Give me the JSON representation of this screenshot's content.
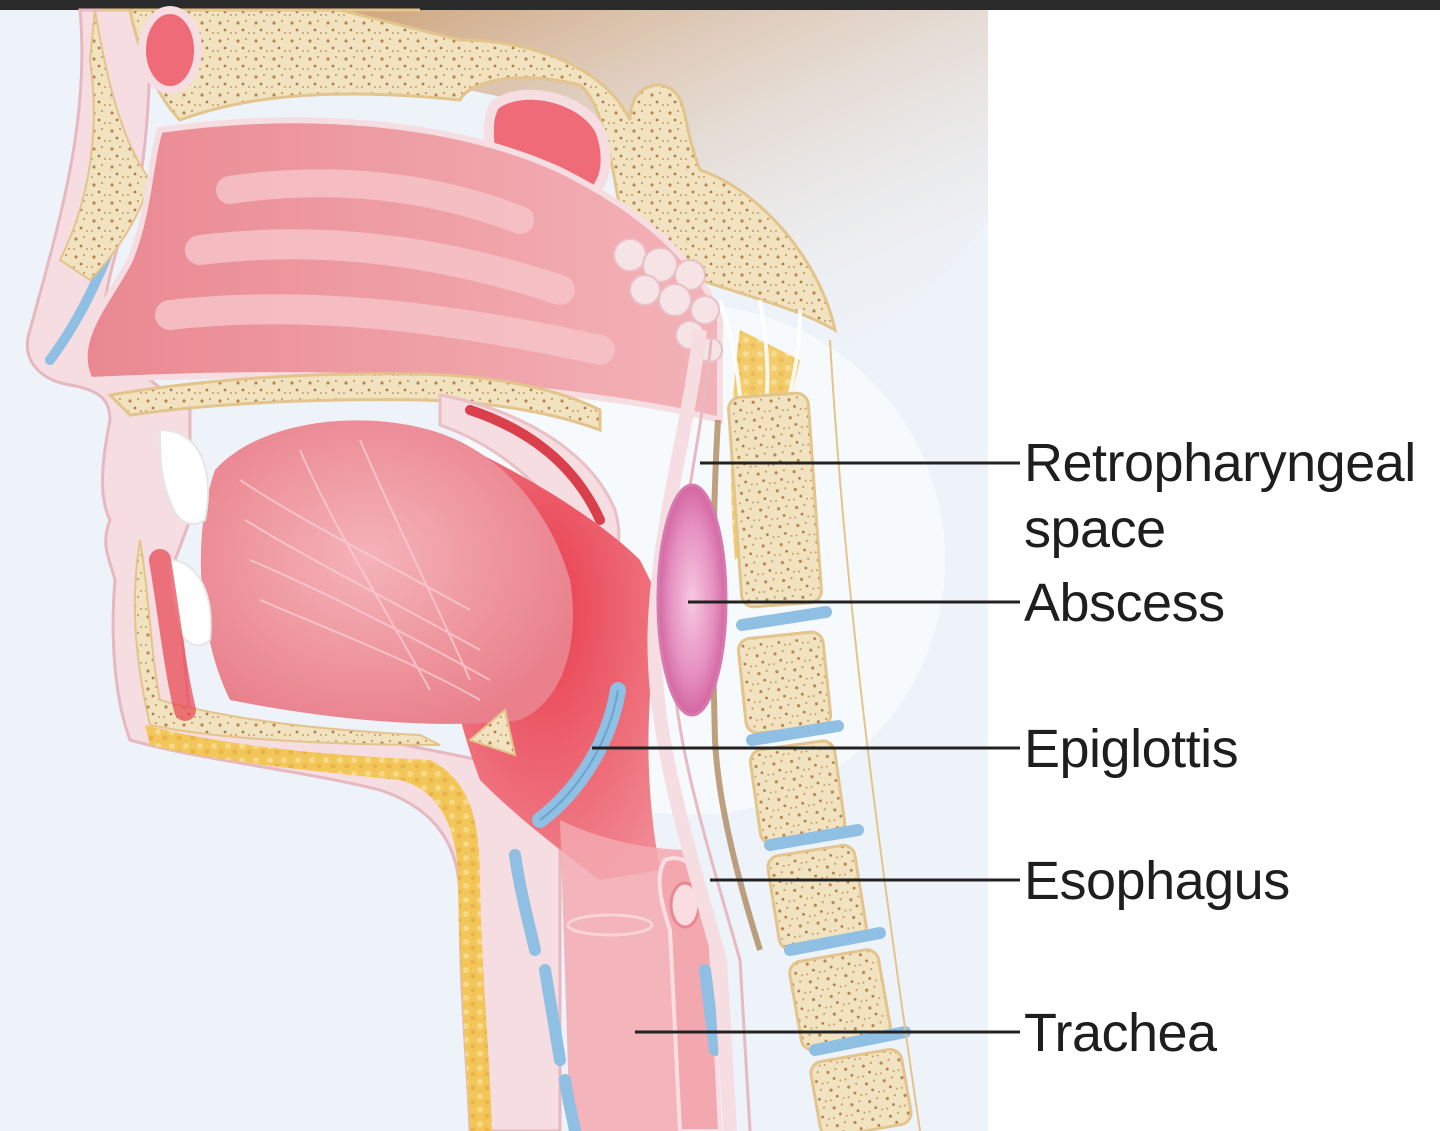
{
  "diagram": {
    "labels": [
      {
        "id": "retropharyngeal",
        "line1": "Retropharyngeal",
        "line2": "space"
      },
      {
        "id": "abscess",
        "line1": "Abscess"
      },
      {
        "id": "epiglottis",
        "line1": "Epiglottis"
      },
      {
        "id": "esophagus",
        "line1": "Esophagus"
      },
      {
        "id": "trachea",
        "line1": "Trachea"
      }
    ]
  },
  "colors": {
    "background_panel": "#eef3f9",
    "skin": "#f6dde1",
    "bone": "#f2e3c0",
    "bone_speckle": "#b98654",
    "fat": "#f3c65a",
    "tissue_pink": "#f2a5ad",
    "tissue_red": "#e8414f",
    "cartilage_blue": "#8fbfe3",
    "abscess": "#e58fc0",
    "leader_line": "#222222"
  }
}
